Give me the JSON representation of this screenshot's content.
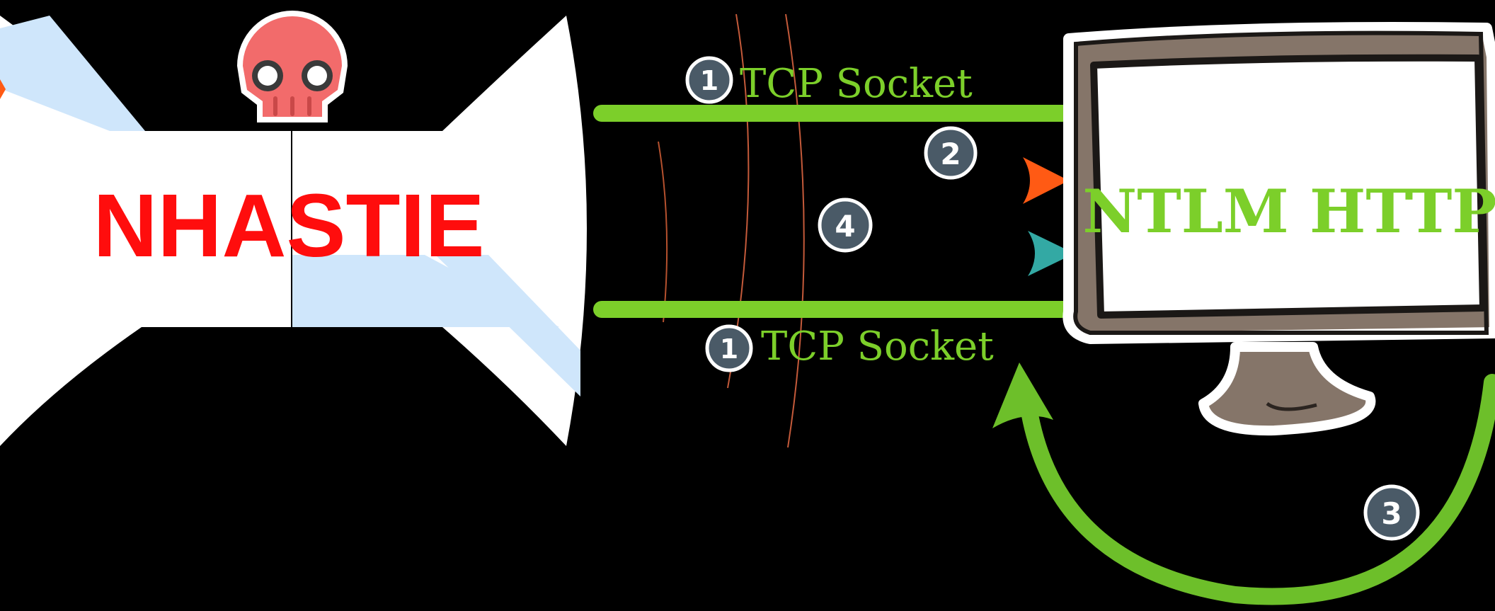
{
  "attacker": {
    "label": "NHASTIE",
    "label_color": "#ff0d0d",
    "skull_color": "#f26b6b"
  },
  "server": {
    "label": "NTLM HTTP",
    "label_color": "#7ccf2a",
    "monitor_frame_color": "#857569"
  },
  "connections": {
    "socket_top_label": "TCP Socket",
    "socket_bottom_label": "TCP Socket",
    "socket_color": "#7ccf2a",
    "request_arrow_color": "#ff5a14",
    "auth_arrow_color": "#2fa5a0",
    "loop_arrow_color": "#6dbf2a"
  },
  "steps": {
    "socket_top": "1",
    "socket_bottom": "1",
    "request": "2",
    "challenge": "3",
    "authenticate": "4"
  },
  "badge_color": "#4a5a67"
}
